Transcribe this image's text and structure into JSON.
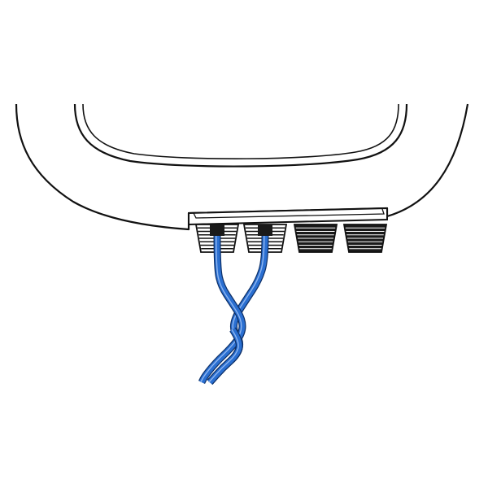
{
  "diagram": {
    "subject": "device-underside-with-cable-glands",
    "colors": {
      "background": "#ffffff",
      "outline": "#111111",
      "housing_fill": "#ffffff",
      "gland_dark": "#1a1a1a",
      "gland_light": "#ffffff",
      "wire": "#2a6fd1",
      "wire_highlight": "#8fb6f0",
      "wire_outline": "#0d2f66"
    },
    "glands": [
      {
        "id": "gland-1",
        "style": "open",
        "wired": true
      },
      {
        "id": "gland-2",
        "style": "open",
        "wired": true
      },
      {
        "id": "gland-3",
        "style": "closed",
        "wired": false
      },
      {
        "id": "gland-4",
        "style": "closed",
        "wired": false
      }
    ],
    "wires": [
      {
        "id": "wire-a",
        "from_gland": "gland-1"
      },
      {
        "id": "wire-b",
        "from_gland": "gland-2"
      }
    ],
    "wire_pair_twisted": true
  }
}
